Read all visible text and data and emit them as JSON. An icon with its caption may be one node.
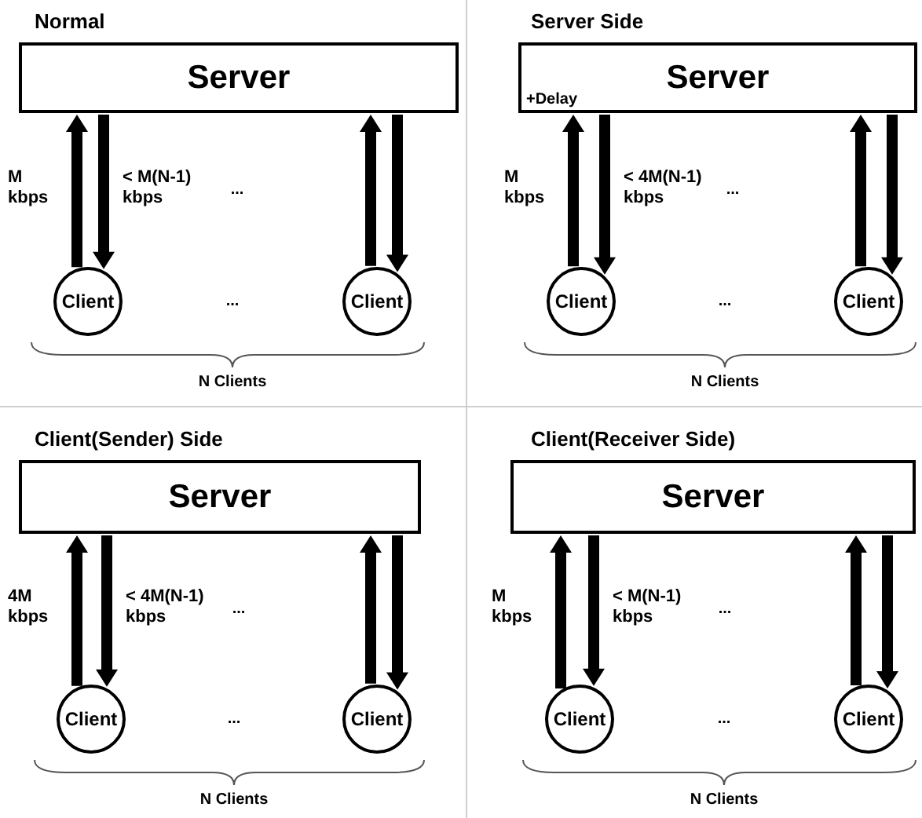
{
  "diagram": {
    "nodes": [
      {
        "text": [
          "Server"
        ]
      },
      {
        "text": [
          "Client"
        ]
      },
      {
        "text": [
          "Client"
        ]
      },
      {
        "text": [
          "Server",
          "+Delay"
        ]
      },
      {
        "text": [
          "Client"
        ]
      },
      {
        "text": [
          "Client"
        ]
      },
      {
        "text": [
          "Server"
        ]
      },
      {
        "text": [
          "Client"
        ]
      },
      {
        "text": [
          "Client"
        ]
      },
      {
        "text": [
          "Server"
        ]
      },
      {
        "text": [
          "Client"
        ]
      },
      {
        "text": [
          "Client"
        ]
      }
    ],
    "edges": [
      {
        "from": 1,
        "to": 0,
        "arrow": "to",
        "label": "M kbps"
      },
      {
        "from": 0,
        "to": 1,
        "arrow": "to",
        "label": "< M(N-1) kbps"
      },
      {
        "from": 2,
        "to": 0,
        "arrow": "to"
      },
      {
        "from": 0,
        "to": 2,
        "arrow": "to"
      },
      {
        "from": 4,
        "to": 3,
        "arrow": "to",
        "label": "M kbps"
      },
      {
        "from": 3,
        "to": 4,
        "arrow": "to",
        "label": "< 4M(N-1) kbps"
      },
      {
        "from": 5,
        "to": 3,
        "arrow": "to"
      },
      {
        "from": 3,
        "to": 5,
        "arrow": "to"
      },
      {
        "from": 7,
        "to": 6,
        "arrow": "to",
        "label": "4M kbps"
      },
      {
        "from": 6,
        "to": 7,
        "arrow": "to",
        "label": "< 4M(N-1) kbps"
      },
      {
        "from": 8,
        "to": 6,
        "arrow": "to"
      },
      {
        "from": 6,
        "to": 8,
        "arrow": "to"
      },
      {
        "from": 10,
        "to": 9,
        "arrow": "to",
        "label": "M kbps"
      },
      {
        "from": 9,
        "to": 10,
        "arrow": "to",
        "label": "< M(N-1) kbps"
      },
      {
        "from": 11,
        "to": 9,
        "arrow": "to"
      },
      {
        "from": 9,
        "to": 11,
        "arrow": "to"
      }
    ],
    "labels": [
      "Normal",
      "...",
      "...",
      "N Clients",
      "Server Side",
      "...",
      "...",
      "N Clients",
      "Client(Sender) Side",
      "...",
      "...",
      "N Clients",
      "Client(Receiver Side)",
      "...",
      "...",
      "N Clients"
    ]
  }
}
